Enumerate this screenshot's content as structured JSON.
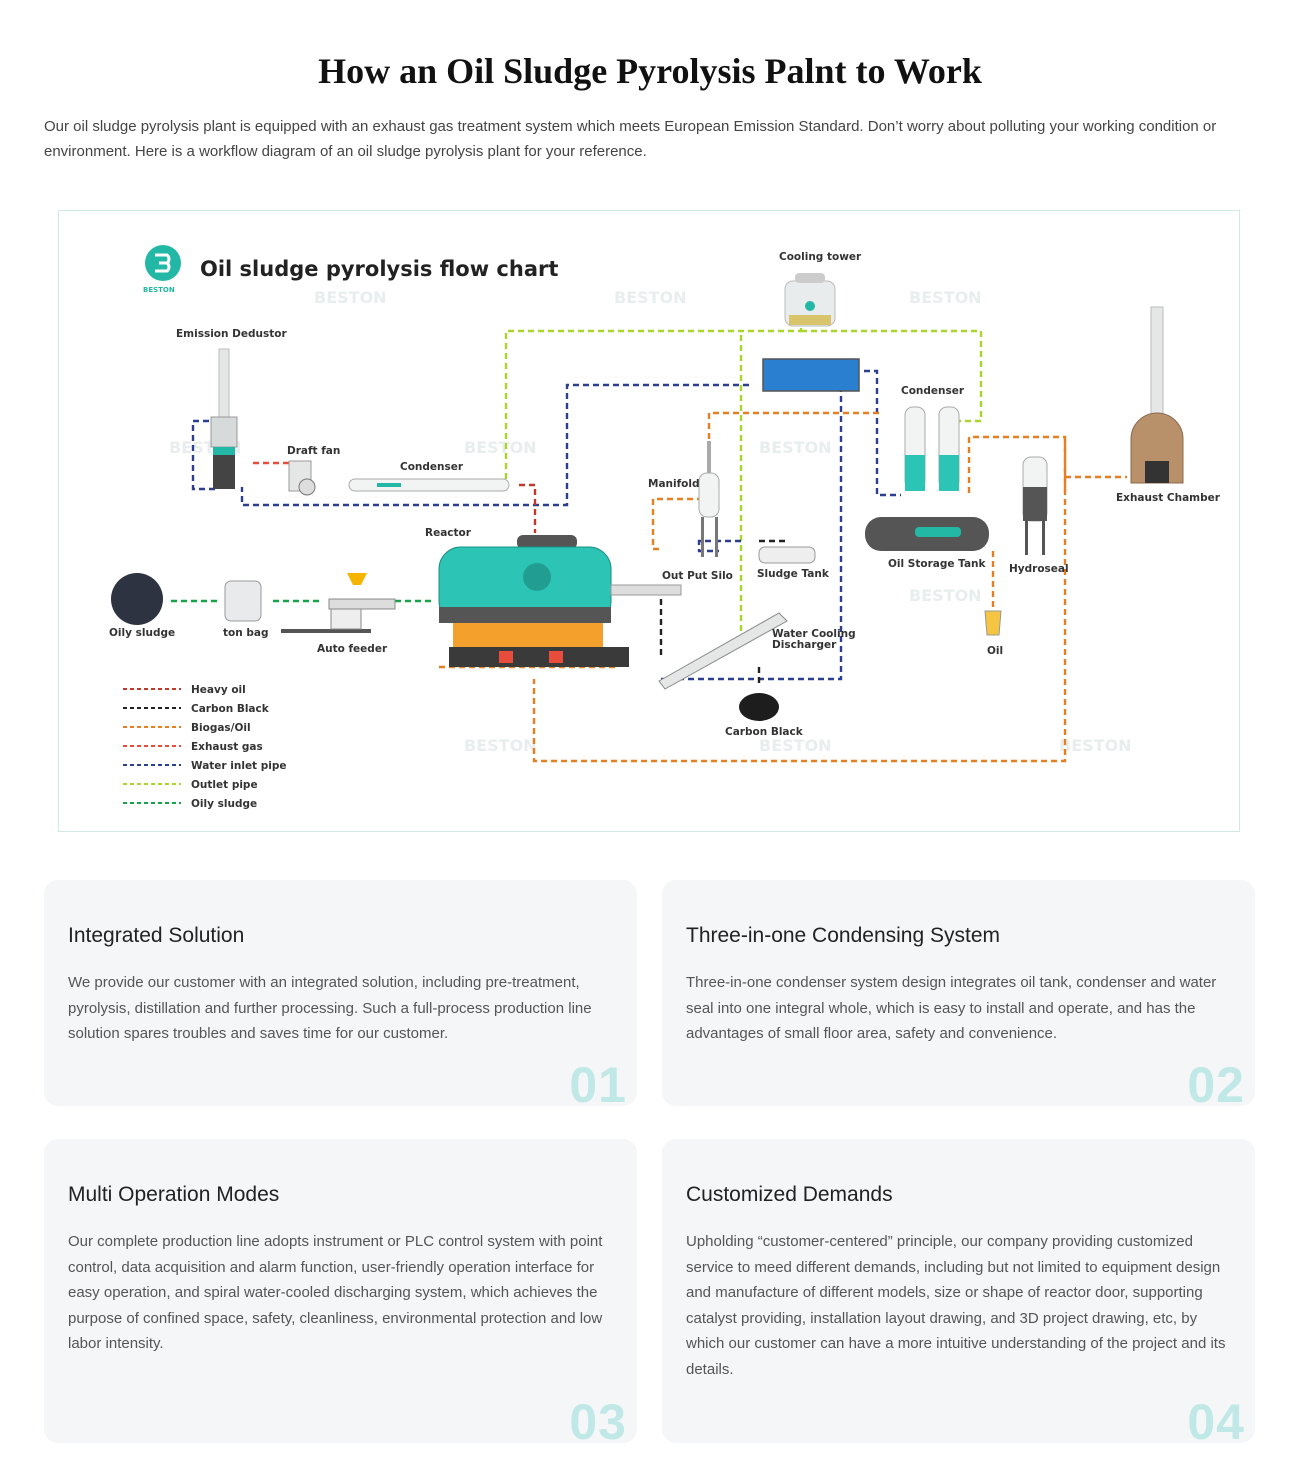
{
  "header": {
    "title": "How an Oil Sludge Pyrolysis Palnt to Work",
    "intro": "Our oil sludge pyrolysis plant is equipped with an exhaust gas treatment system which meets European Emission Standard. Don’t worry about polluting your working condition or environment. Here is a workflow diagram of an oil sludge pyrolysis plant for your reference."
  },
  "diagram": {
    "title": "Oil sludge pyrolysis flow chart",
    "brand": "BESTON",
    "watermark": "BESTON",
    "labels": {
      "cooling_tower": "Cooling tower",
      "emission_dedustor": "Emission Dedustor",
      "draft_fan": "Draft fan",
      "condenser_left": "Condenser",
      "condenser_right": "Condenser",
      "reactor": "Reactor",
      "manifold": "Manifold",
      "out_put_silo": "Out Put Silo",
      "sludge_tank": "Sludge Tank",
      "oil_storage_tank": "Oil Storage Tank",
      "hydroseal": "Hydroseal",
      "exhaust_chamber": "Exhaust Chamber",
      "oily_sludge": "Oily sludge",
      "ton_bag": "ton bag",
      "auto_feeder": "Auto feeder",
      "water_cooling_discharger_1": "Water Cooling",
      "water_cooling_discharger_2": "Discharger",
      "carbon_black": "Carbon Black",
      "oil": "Oil"
    },
    "legend": [
      {
        "label": "Heavy oil",
        "color": "#c0392b"
      },
      {
        "label": "Carbon Black",
        "color": "#222222"
      },
      {
        "label": "Biogas/Oil",
        "color": "#e67e22"
      },
      {
        "label": "Exhaust gas",
        "color": "#e74c3c"
      },
      {
        "label": "Water inlet pipe",
        "color": "#2c3e8f"
      },
      {
        "label": "Outlet pipe",
        "color": "#a8d62a"
      },
      {
        "label": "Oily sludge",
        "color": "#16a34a"
      }
    ]
  },
  "cards": [
    {
      "title": "Integrated Solution",
      "text": "We provide our customer with an integrated solution, including pre-treatment, pyrolysis, distillation and further processing. Such a full-process production line solution spares troubles and saves time for our customer.",
      "num": "01"
    },
    {
      "title": "Three-in-one Condensing System",
      "text": "Three-in-one condenser system design integrates oil tank, condenser and water seal into one integral whole, which is easy to install and operate, and has the advantages of small floor area, safety and convenience.",
      "num": "02"
    },
    {
      "title": "Multi Operation Modes",
      "text": "Our complete production line adopts instrument or PLC control system with point control, data acquisition and alarm function, user-friendly operation interface for easy operation, and spiral water-cooled discharging system, which achieves the purpose of confined space, safety, cleanliness, environmental protection and low labor intensity.",
      "num": "03"
    },
    {
      "title": "Customized Demands",
      "text": "Upholding “customer-centered” principle, our company providing customized service to meed different demands, including but not limited to equipment design and manufacture of different models, size or shape of reactor door, supporting catalyst providing, installation layout drawing, and 3D project drawing, etc, by which our customer can have a more intuitive understanding of the project and its details.",
      "num": "04"
    }
  ]
}
